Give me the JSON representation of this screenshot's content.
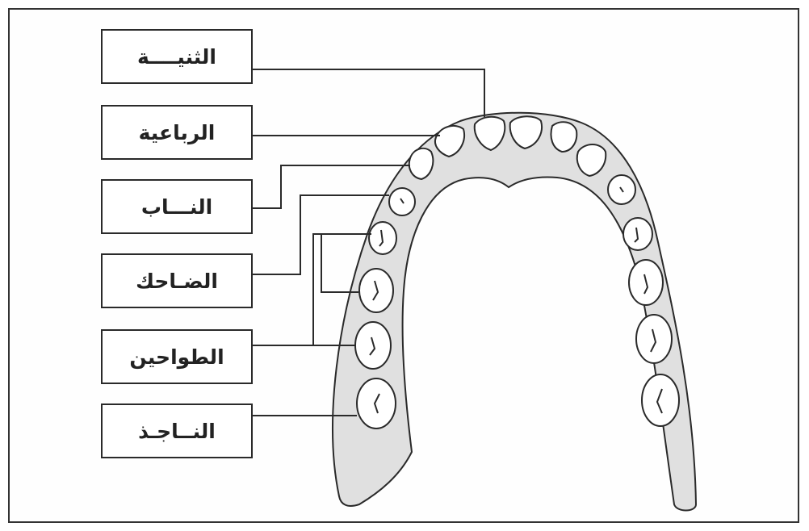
{
  "diagram": {
    "labels": {
      "central_incisor": "الثنيــــة",
      "lateral_incisor": "الرباعية",
      "canine": "النـــاب",
      "premolar": "الضـاحك",
      "molars": "الطواحين",
      "wisdom_tooth": "النــاجـذ"
    },
    "colors": {
      "gum": "#e0e0e0",
      "tooth": "#ffffff",
      "outline": "#2a2a2a"
    }
  }
}
